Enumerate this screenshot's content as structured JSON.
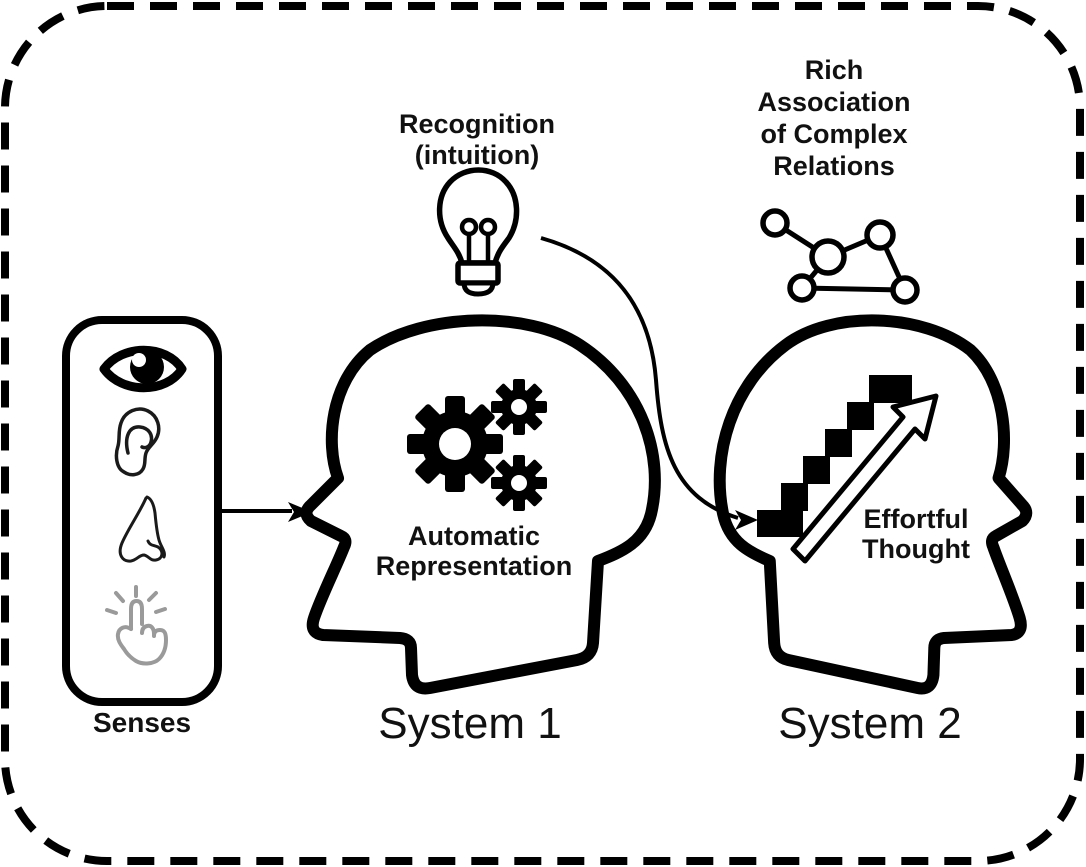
{
  "senses": {
    "label": "Senses",
    "icon_names": [
      "eye-icon",
      "ear-icon",
      "nose-icon",
      "touch-icon"
    ]
  },
  "system1": {
    "name": "System 1",
    "inner_label": {
      "lines": [
        "Automatic",
        "Representation"
      ]
    },
    "annotation": {
      "lines": [
        "Recognition",
        "(intuition)"
      ]
    },
    "icon_names": [
      "lightbulb-icon",
      "gears-icon"
    ]
  },
  "system2": {
    "name": "System 2",
    "inner_label": {
      "lines": [
        "Effortful",
        "Thought"
      ]
    },
    "annotation": {
      "lines": [
        "Rich",
        "Association",
        "of Complex",
        "Relations"
      ]
    },
    "icon_names": [
      "network-icon",
      "staircase-icon",
      "upward-arrow-icon"
    ]
  },
  "colors": {
    "ink": "#000000",
    "touch_icon_gray": "#9a9a9a",
    "background": "#ffffff"
  }
}
